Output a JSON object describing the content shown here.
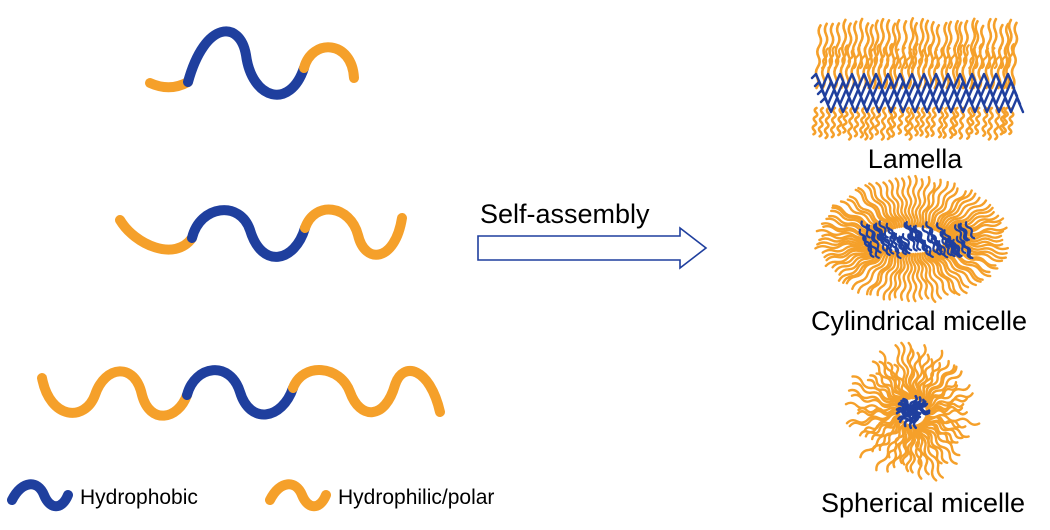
{
  "colors": {
    "hydrophobic": "#1f3f9e",
    "hydrophilic": "#f5a02a",
    "arrow_stroke": "#1f3f9e",
    "text": "#000000",
    "background": "#ffffff"
  },
  "arrow": {
    "label": "Self-assembly"
  },
  "chains": [
    {
      "name": "short-chain",
      "polar_bumps_each_side": 0
    },
    {
      "name": "medium-chain",
      "polar_bumps_each_side": 1
    },
    {
      "name": "long-chain",
      "polar_bumps_each_side": 2
    }
  ],
  "structures": {
    "lamella": "Lamella",
    "cylinder": "Cylindrical micelle",
    "sphere": "Spherical micelle"
  },
  "legend": {
    "hydrophobic": "Hydrophobic",
    "hydrophilic": "Hydrophilic/polar"
  }
}
